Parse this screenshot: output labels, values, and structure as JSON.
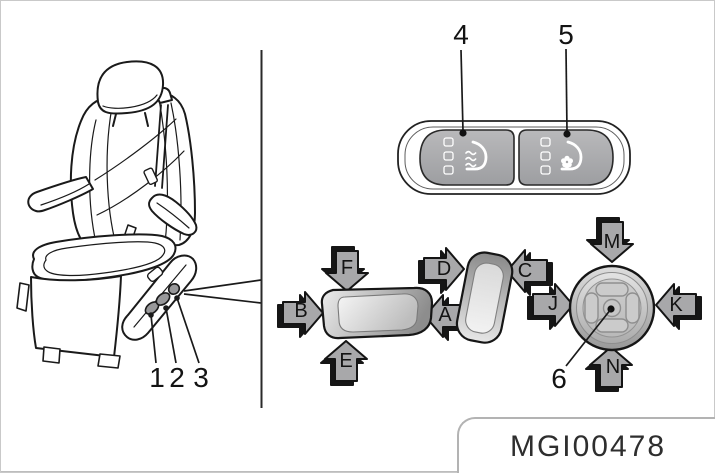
{
  "figure": {
    "code": "MGI00478",
    "callouts": {
      "c1": "1",
      "c2": "2",
      "c3": "3",
      "c4": "4",
      "c5": "5",
      "c6": "6"
    },
    "arrows": {
      "a": "A",
      "b": "B",
      "c": "C",
      "d": "D",
      "e": "E",
      "f": "F",
      "j": "J",
      "k": "K",
      "m": "M",
      "n": "N"
    },
    "icons": {
      "heater": "seat-heater-icon",
      "ventilation": "seat-ventilation-icon"
    },
    "colors": {
      "arrow_gray": "#a8a8aa",
      "line_ink": "#1a1a1a",
      "button_gray": "#aaaaac",
      "frame_gray": "#b3b3b3"
    }
  }
}
